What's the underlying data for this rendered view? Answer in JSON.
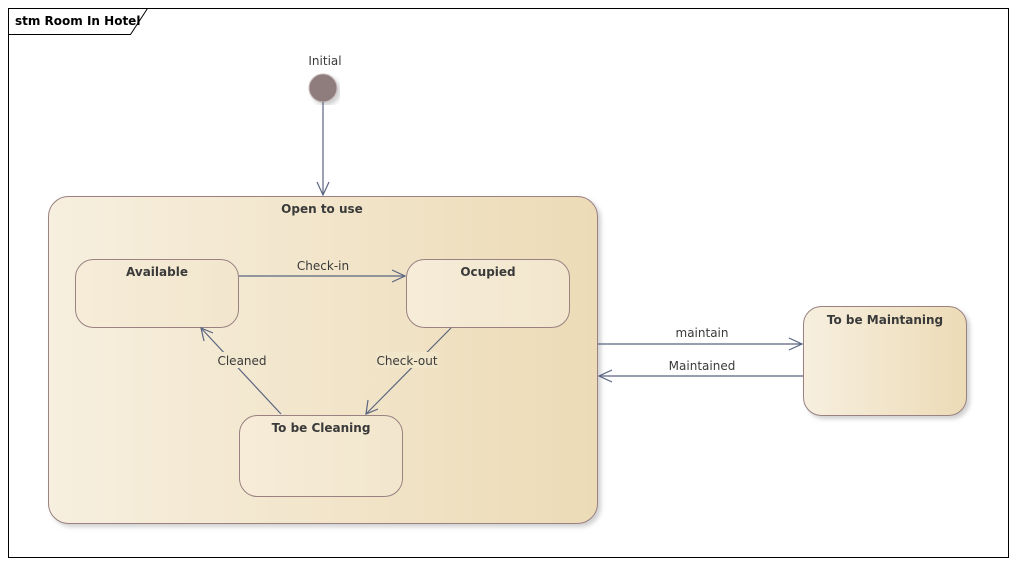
{
  "frame": {
    "title": "stm Room In Hotel"
  },
  "initial_node": {
    "label": "Initial"
  },
  "states": {
    "composite": {
      "name": "Open to use"
    },
    "available": {
      "name": "Available"
    },
    "occupied": {
      "name": "Ocupied"
    },
    "cleaning": {
      "name": "To be Cleaning"
    },
    "maintaining": {
      "name": "To be Maintaning"
    }
  },
  "transitions": {
    "initial_to_open": {
      "label": ""
    },
    "check_in": {
      "label": "Check-in"
    },
    "check_out": {
      "label": "Check-out"
    },
    "cleaned": {
      "label": "Cleaned"
    },
    "maintain": {
      "label": "maintain"
    },
    "maintained": {
      "label": "Maintained"
    }
  },
  "colors": {
    "state_fill_light": "#f5ecd9",
    "state_fill_dark": "#ecdcb8",
    "state_border": "#9a8282",
    "initial_fill": "#8f7c7c",
    "edge": "#5a6480",
    "frame_border": "#000000"
  }
}
